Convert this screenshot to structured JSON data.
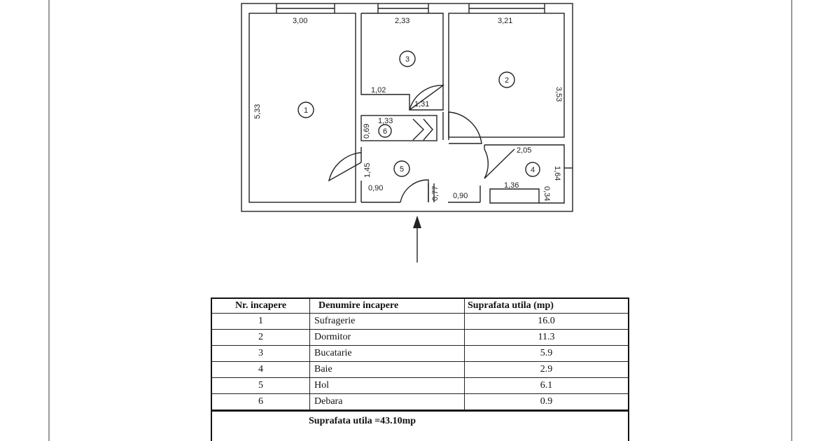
{
  "plan": {
    "dimensions": {
      "room1_width": "3,00",
      "room1_height": "5,33",
      "room3_width": "2,33",
      "room3_niche": "1,02",
      "room3_door": "1,31",
      "room2_width": "3,21",
      "room2_height": "3,53",
      "room6_width": "1,33",
      "room6_height": "0,69",
      "hall_height": "1,45",
      "hall_left": "0,90",
      "hall_door": "0,77",
      "hall_right": "0,90",
      "bath_width": "2,05",
      "bath_height": "1,64",
      "bath_inner": "1,36",
      "bath_small": "0,34"
    },
    "room_numbers": [
      "1",
      "2",
      "3",
      "4",
      "5",
      "6"
    ]
  },
  "table": {
    "headers": [
      "Nr. incapere",
      "Denumire incapere",
      "Suprafata utila (mp)"
    ],
    "rows": [
      {
        "nr": "1",
        "name": "Sufragerie",
        "area": "16.0"
      },
      {
        "nr": "2",
        "name": "Dormitor",
        "area": "11.3"
      },
      {
        "nr": "3",
        "name": "Bucatarie",
        "area": "5.9"
      },
      {
        "nr": "4",
        "name": "Baie",
        "area": "2.9"
      },
      {
        "nr": "5",
        "name": "Hol",
        "area": "6.1"
      },
      {
        "nr": "6",
        "name": "Debara",
        "area": "0.9"
      }
    ],
    "total": "Suprafata utila =43.10mp"
  }
}
